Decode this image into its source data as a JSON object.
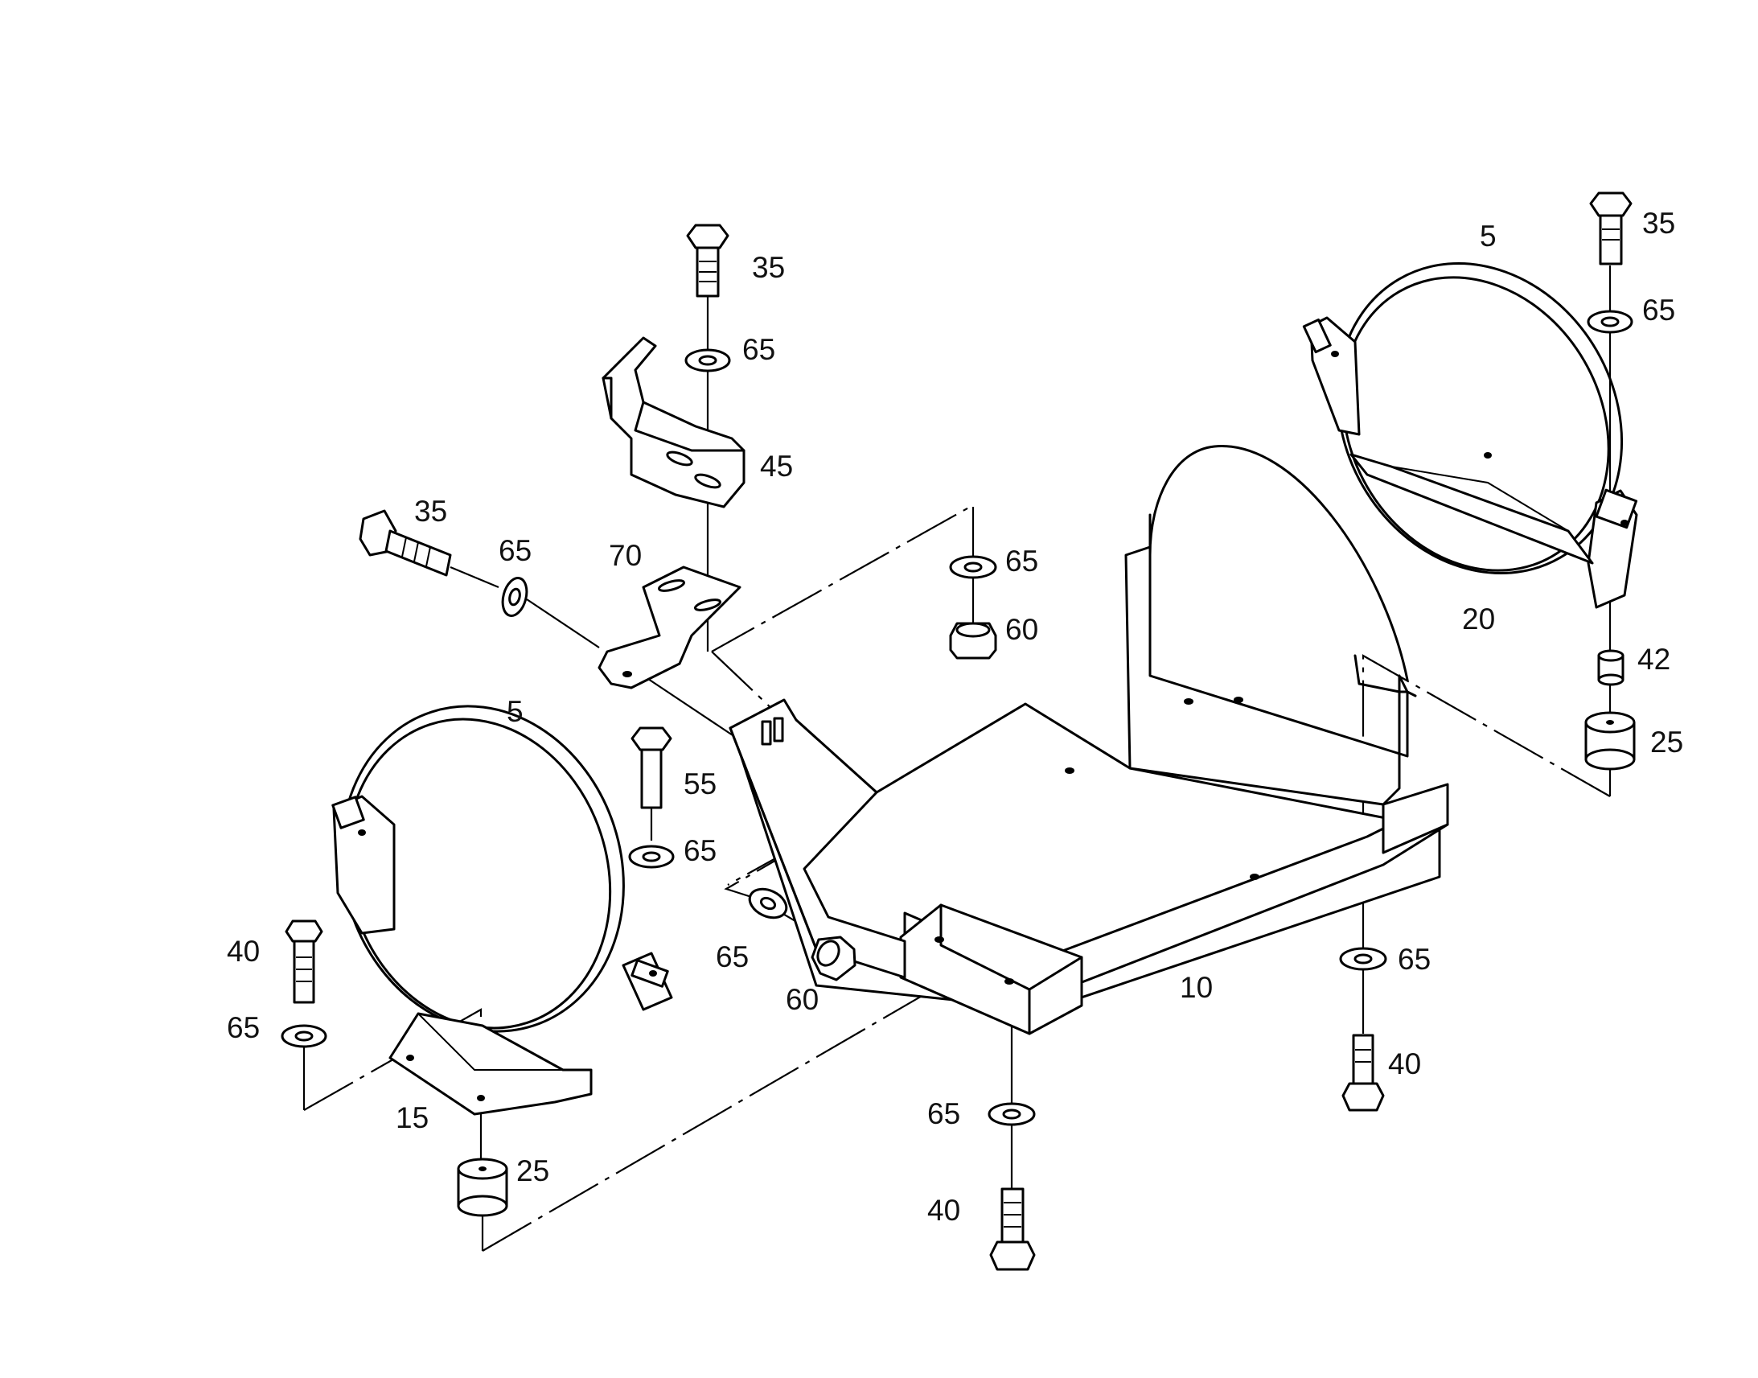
{
  "callouts": [
    {
      "id": "c-35-top",
      "label": "35"
    },
    {
      "id": "c-65-top",
      "label": "65"
    },
    {
      "id": "c-45",
      "label": "45"
    },
    {
      "id": "c-35-left",
      "label": "35"
    },
    {
      "id": "c-65-left",
      "label": "65"
    },
    {
      "id": "c-70",
      "label": "70"
    },
    {
      "id": "c-65-mid",
      "label": "65"
    },
    {
      "id": "c-60-mid",
      "label": "60"
    },
    {
      "id": "c-5-right",
      "label": "5"
    },
    {
      "id": "c-35-right",
      "label": "35"
    },
    {
      "id": "c-65-right",
      "label": "65"
    },
    {
      "id": "c-20",
      "label": "20"
    },
    {
      "id": "c-42",
      "label": "42"
    },
    {
      "id": "c-25-right",
      "label": "25"
    },
    {
      "id": "c-5-left",
      "label": "5"
    },
    {
      "id": "c-55",
      "label": "55"
    },
    {
      "id": "c-65-center",
      "label": "65"
    },
    {
      "id": "c-65-lower",
      "label": "65"
    },
    {
      "id": "c-60-lower",
      "label": "60"
    },
    {
      "id": "c-40-left",
      "label": "40"
    },
    {
      "id": "c-65-left-low",
      "label": "65"
    },
    {
      "id": "c-15",
      "label": "15"
    },
    {
      "id": "c-25-left",
      "label": "25"
    },
    {
      "id": "c-10",
      "label": "10"
    },
    {
      "id": "c-65-frame",
      "label": "65"
    },
    {
      "id": "c-40-frame",
      "label": "40"
    },
    {
      "id": "c-65-bottom",
      "label": "65"
    },
    {
      "id": "c-40-bottom",
      "label": "40"
    }
  ]
}
